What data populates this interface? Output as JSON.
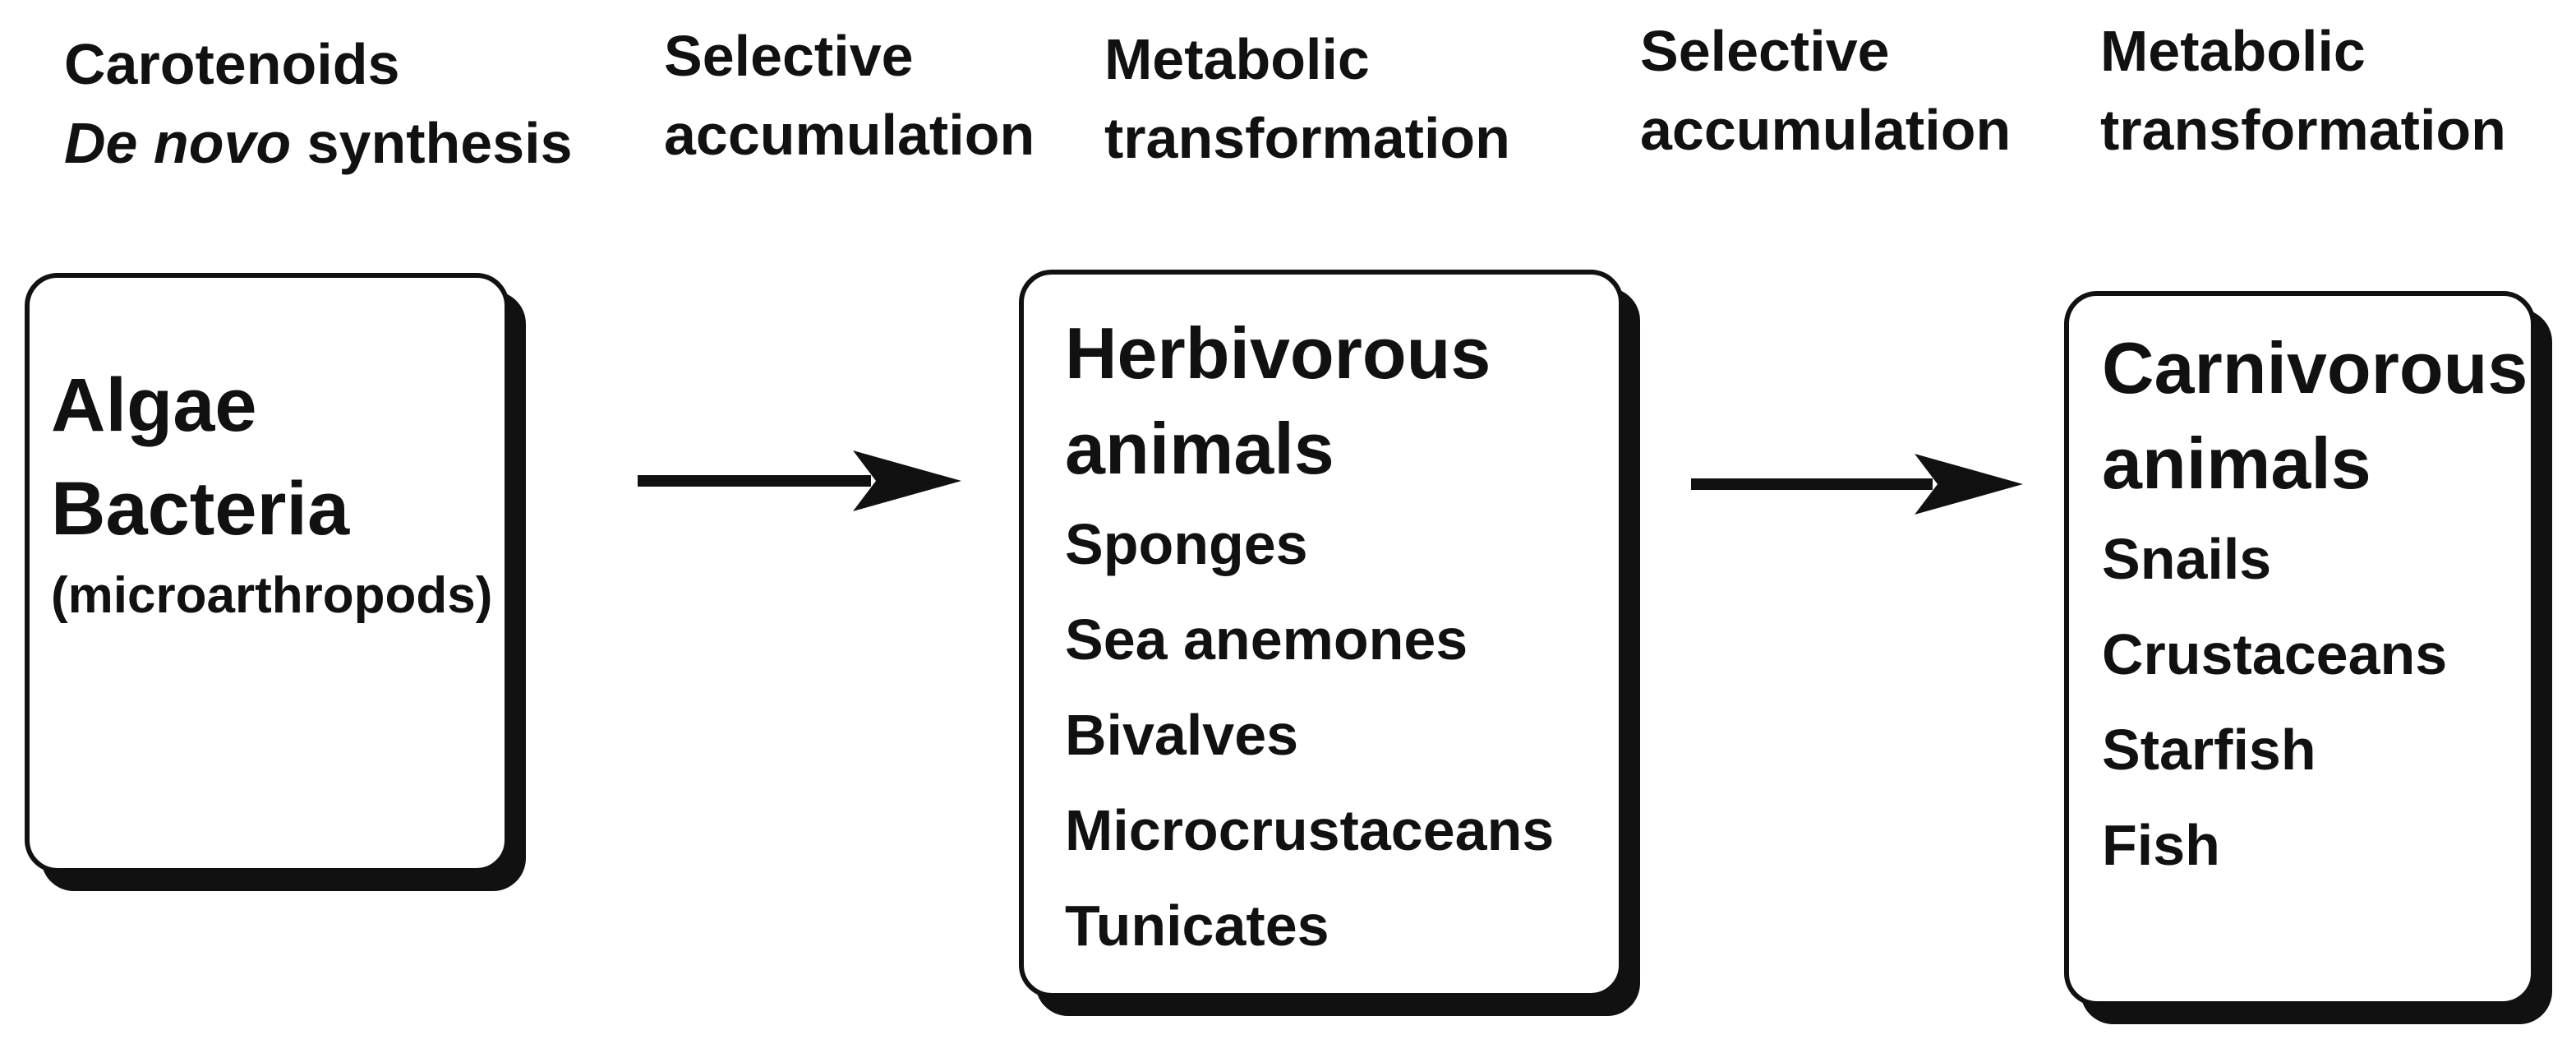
{
  "headers": {
    "carotenoids": {
      "line1": "Carotenoids",
      "line2_italic": "De novo",
      "line2_rest": " synthesis"
    },
    "selective_1": {
      "line1": "Selective",
      "line2": "accumulation"
    },
    "metabolic_1": {
      "line1": "Metabolic",
      "line2": "transformation"
    },
    "selective_2": {
      "line1": "Selective",
      "line2": "accumulation"
    },
    "metabolic_2": {
      "line1": "Metabolic",
      "line2": "transformation"
    }
  },
  "boxes": {
    "source": {
      "title_line1": "Algae",
      "title_line2": "Bacteria",
      "subtitle": "(microarthropods)"
    },
    "herbivorous": {
      "title_line1": "Herbivorous",
      "title_line2": "animals",
      "items": [
        "Sponges",
        "Sea anemones",
        "Bivalves",
        "Microcrustaceans",
        "Tunicates"
      ]
    },
    "carnivorous": {
      "title_line1": "Carnivorous",
      "title_line2": "animals",
      "items": [
        "Snails",
        "Crustaceans",
        "Starfish",
        "Fish"
      ]
    }
  },
  "colors": {
    "ink": "#111111",
    "background": "#ffffff"
  }
}
